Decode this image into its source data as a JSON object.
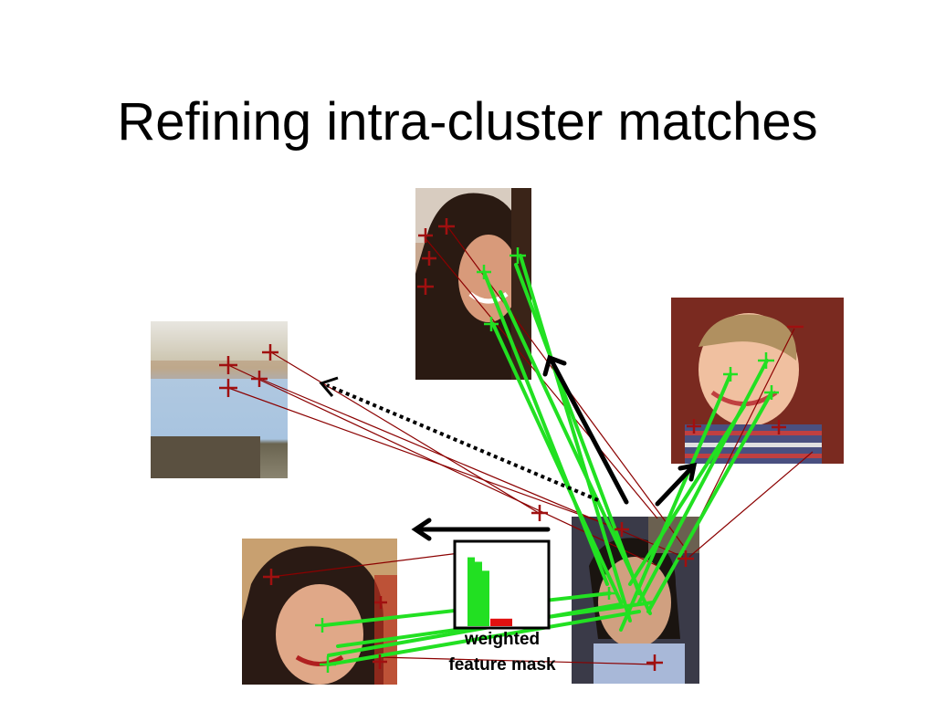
{
  "slide": {
    "title": "Refining intra-cluster matches"
  },
  "mask": {
    "label_line1": "weighted",
    "label_line2": "feature mask",
    "bars_green": [
      0.92,
      0.86,
      0.74
    ],
    "bars_red": [
      0.1,
      0.1,
      0.1
    ]
  },
  "colors": {
    "match_good": "#22e022",
    "match_bad": "#8b0000",
    "marker_bad": "#a01010",
    "arrow": "#000000"
  },
  "photos": [
    {
      "id": "photo-top-woman",
      "icon": "woman-smiling-photo"
    },
    {
      "id": "photo-left-wall",
      "icon": "wall-corner-photo"
    },
    {
      "id": "photo-right-boy",
      "icon": "boy-face-photo"
    },
    {
      "id": "photo-bottom-left-woman",
      "icon": "woman-face-photo"
    },
    {
      "id": "photo-query-man",
      "icon": "man-face-photo"
    }
  ]
}
